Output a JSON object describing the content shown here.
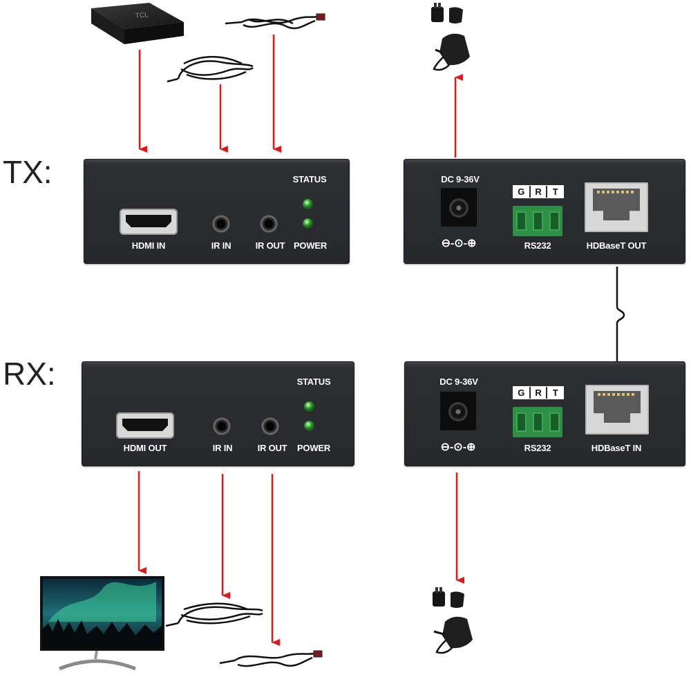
{
  "labels": {
    "tx": "TX:",
    "rx": "RX:"
  },
  "tx_front": {
    "hdmi_label": "HDMI IN",
    "ir_in_label": "IR IN",
    "ir_out_label": "IR OUT",
    "power_label": "POWER",
    "status_label": "STATUS"
  },
  "tx_back": {
    "dc_label": "DC 9-36V",
    "polarity": "⊖-⊙-⊕",
    "grt": [
      "G",
      "R",
      "T"
    ],
    "rs232_label": "RS232",
    "network_label": "HDBaseT OUT"
  },
  "rx_front": {
    "hdmi_label": "HDMI OUT",
    "ir_in_label": "IR IN",
    "ir_out_label": "IR OUT",
    "power_label": "POWER",
    "status_label": "STATUS"
  },
  "rx_back": {
    "dc_label": "DC 9-36V",
    "polarity": "⊖-⊙-⊕",
    "grt": [
      "G",
      "R",
      "T"
    ],
    "rs232_label": "RS232",
    "network_label": "HDBaseT IN"
  },
  "devices": {
    "set_top_box_logo": "TCL"
  },
  "colors": {
    "arrow": "#e01818",
    "panel": "#2b2d30",
    "led": "#3aa63a",
    "terminal": "#2f8f45"
  }
}
